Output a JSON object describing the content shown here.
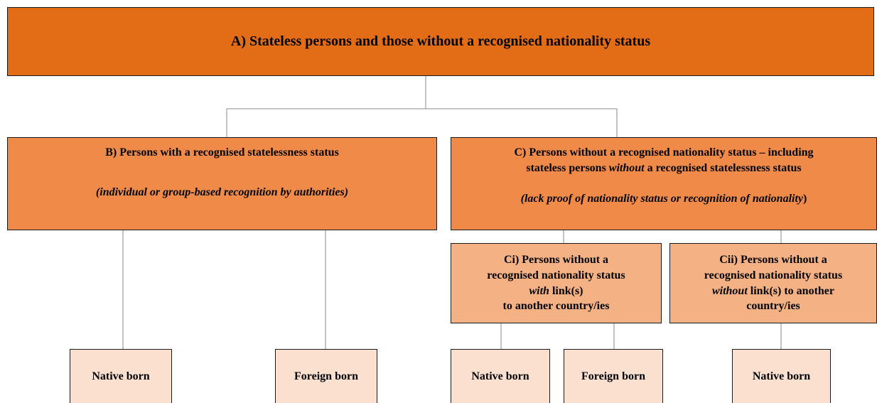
{
  "nodes": {
    "a": {
      "title": "A) Stateless persons and those without a recognised nationality status"
    },
    "b": {
      "title": "B) Persons with a recognised statelessness status",
      "note": "(individual or group-based recognition by authorities)"
    },
    "c": {
      "title_line1": "C)  Persons without a recognised nationality status – including",
      "title_line2_pre": "stateless persons ",
      "title_line2_em": "without",
      "title_line2_post": " a recognised statelessness status",
      "note": "(lack proof of nationality status or recognition of nationality",
      "note_end": ")"
    },
    "ci": {
      "line1": "Ci) Persons without a",
      "line2": "recognised nationality status",
      "line3_em": "with",
      "line3_post": " link(s)",
      "line4": "to another country/ies"
    },
    "cii": {
      "line1": "Cii) Persons without a",
      "line2": "recognised nationality status",
      "line3_em": "without",
      "line3_post": " link(s) to another",
      "line4": "country/ies"
    },
    "b_native": {
      "label": "Native born"
    },
    "b_foreign": {
      "label": "Foreign born"
    },
    "ci_native": {
      "label": "Native born"
    },
    "ci_foreign": {
      "label": "Foreign born"
    },
    "cii_native": {
      "label": "Native born"
    }
  },
  "colors": {
    "level0": "#e36c17",
    "level1": "#f08a48",
    "level2": "#f4b183",
    "level3": "#fbe0cf",
    "connector": "#8a8a8a"
  }
}
